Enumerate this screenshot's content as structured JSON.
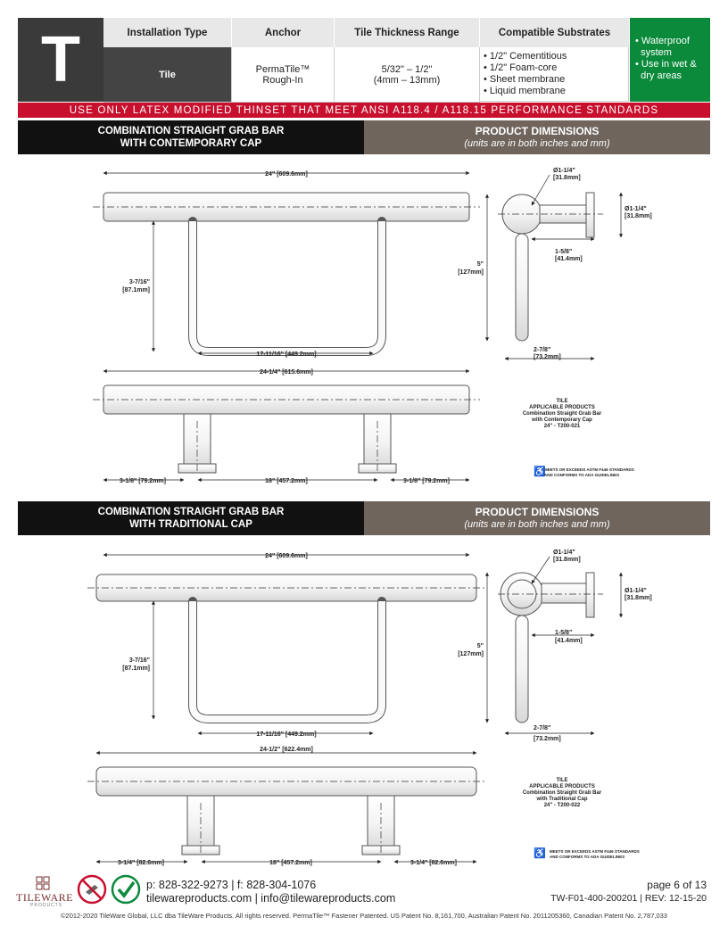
{
  "header": {
    "letter": "T",
    "columns": [
      {
        "label": "Installation Type",
        "value": "Tile"
      },
      {
        "label": "Anchor",
        "value_lines": [
          "PermaTile™",
          "Rough-In"
        ]
      },
      {
        "label": "Tile Thickness Range",
        "value_lines": [
          "5/32\" – 1/2\"",
          "(4mm – 13mm)"
        ]
      },
      {
        "label": "Compatible Substrates",
        "value_lines": [
          "• 1/2\" Cementitious",
          "• 1/2\" Foam-core",
          "• Sheet membrane",
          "• Liquid membrane"
        ]
      }
    ],
    "green_lines": [
      "• Waterproof",
      "  system",
      "• Use in wet &",
      "  dry areas"
    ],
    "notice": "USE ONLY LATEX MODIFIED THINSET THAT MEET ANSI A118.4 / A118.15 PERFORMANCE STANDARDS"
  },
  "section1": {
    "title_lines": [
      "COMBINATION STRAIGHT GRAB BAR",
      "WITH CONTEMPORARY  CAP"
    ],
    "dims_title": "PRODUCT DIMENSIONS",
    "dims_sub": "(units are in both inches and mm)",
    "dim_top": "24\" [609.6mm]",
    "dim_height_a": "3-7/16\"",
    "dim_height_b": "[87.1mm]",
    "dim_inner": "17-11/16\" [449.2mm]",
    "dim_overall": "24-1/4\" [615.6mm]",
    "dim_left": "3-1/8\" [79.2mm]",
    "dim_center": "18\" [457.2mm]",
    "dim_right": "3-1/8\" [79.2mm]",
    "side_dia_a": "Ø1-1/4\"",
    "side_dia_b": "[31.8mm]",
    "side_dia2_a": "Ø1-1/4\"",
    "side_dia2_b": "[31.8mm]",
    "side_proj_a": "1-5/8\"",
    "side_proj_b": "[41.4mm]",
    "side_h_a": "5\"",
    "side_h_b": "[127mm]",
    "side_depth_a": "2-7/8\"",
    "side_depth_b": "[73.2mm]",
    "product_lines": [
      "TILE",
      "APPLICABLE PRODUCTS",
      "Combination Straight Grab Bar",
      "with Contemporary Cap",
      "24\" - T200-021"
    ],
    "ada_lines": [
      "MEETS OR EXCEEDS ASTM F446 STANDARDS",
      "AND CONFORMS TO ADA GUIDELINES"
    ]
  },
  "section2": {
    "title_lines": [
      "COMBINATION STRAIGHT GRAB BAR",
      "WITH TRADITIONAL  CAP"
    ],
    "dims_title": "PRODUCT DIMENSIONS",
    "dims_sub": "(units are in both inches and mm)",
    "dim_top": "24\" [609.6mm]",
    "dim_height_a": "3-7/16\"",
    "dim_height_b": "[87.1mm]",
    "dim_inner": "17-11/16\" [449.2mm]",
    "dim_overall": "24-1/2\" [622.4mm]",
    "dim_left": "3-1/4\" [82.6mm]",
    "dim_center": "18\" [457.2mm]",
    "dim_right": "3-1/4\" [82.6mm]",
    "side_dia_a": "Ø1-1/4\"",
    "side_dia_b": "[31.8mm]",
    "side_dia2_a": "Ø1-1/4\"",
    "side_dia2_b": "[31.8mm]",
    "side_proj_a": "1-5/8\"",
    "side_proj_b": "[41.4mm]",
    "side_h_a": "5\"",
    "side_h_b": "[127mm]",
    "side_depth_a": "2-7/8\"",
    "side_depth_b": "[73.2mm]",
    "product_lines": [
      "TILE",
      "APPLICABLE PRODUCTS",
      "Combination Straight Grab Bar",
      "with Traditional Cap",
      "24\" - T200-022"
    ],
    "ada_lines": [
      "MEETS OR EXCEEDS ASTM F446 STANDARDS",
      "AND CONFORMS TO ADA GUIDELINES"
    ]
  },
  "footer": {
    "logo": "TILEWARE",
    "logo_sub": "PRODUCTS",
    "phone": "p: 828-322-9273  |  f: 828-304-1076",
    "web": "tilewareproducts.com  |  info@tilewareproducts.com",
    "page": "page 6 of 13",
    "doc": "TW-F01-400-200201 | REV: 12-15-20",
    "copyright": "©2012-2020  TileWare Global, LLC dba TileWare Products. All rights reserved. PermaTile™ Fastener Patented. US Patent No. 8,161,700, Australian Patent No. 2011205360, Canadian Patent No. 2,787,033"
  }
}
